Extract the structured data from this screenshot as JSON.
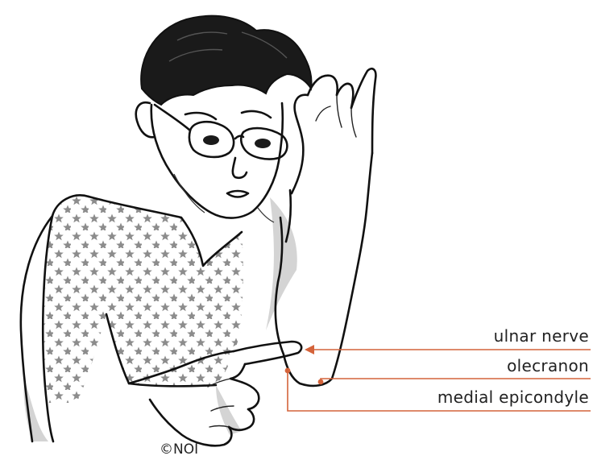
{
  "annotations": [
    {
      "label": "ulnar nerve",
      "marker": "arrow"
    },
    {
      "label": "olecranon",
      "marker": "dot"
    },
    {
      "label": "medial epicondyle",
      "marker": "dot"
    }
  ],
  "copyright": "©NOI",
  "colors": {
    "leader_line": "#d4633a",
    "ink": "#111111",
    "hair": "#1a1a1a",
    "shirt_star": "#8c8c8c",
    "shadow": "#d4d4d4"
  },
  "illustration": {
    "subject": "person-palpating-elbow",
    "pattern_icon": "star-icon"
  }
}
